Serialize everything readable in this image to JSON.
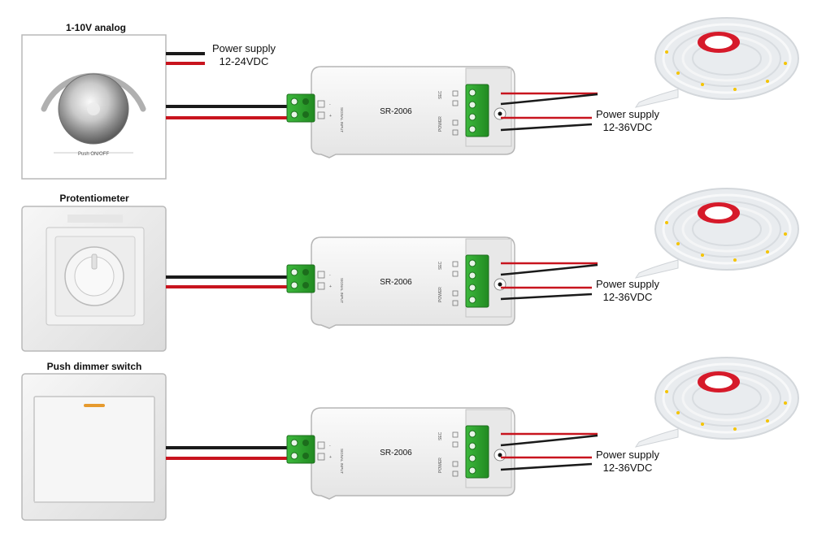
{
  "sections": [
    {
      "device_label": "1-10V analog",
      "device_type": "rotary-knob",
      "knob_caption": "Push ON/OFF",
      "input_supply": {
        "title": "Power supply",
        "voltage": "12-24VDC"
      },
      "controller_model": "SR-2006",
      "signal_input_text": "SIGNAL INPUT",
      "output_supply": {
        "title": "Power supply",
        "voltage": "12-36VDC"
      }
    },
    {
      "device_label": "Protentiometer",
      "device_type": "wall-potentiometer",
      "controller_model": "SR-2006",
      "signal_input_text": "SIGNAL INPUT",
      "output_supply": {
        "title": "Power supply",
        "voltage": "12-36VDC"
      }
    },
    {
      "device_label": "Push dimmer switch",
      "device_type": "push-switch",
      "controller_model": "SR-2006",
      "signal_input_text": "SIGNAL INPUT",
      "output_supply": {
        "title": "Power supply",
        "voltage": "12-36VDC"
      }
    }
  ],
  "colors": {
    "wire_black": "#1a1a1a",
    "wire_red": "#c8141e",
    "terminal_green": "#2fa42f",
    "controller_body": "#f1f1f1",
    "strip_core": "#d61a2a"
  }
}
